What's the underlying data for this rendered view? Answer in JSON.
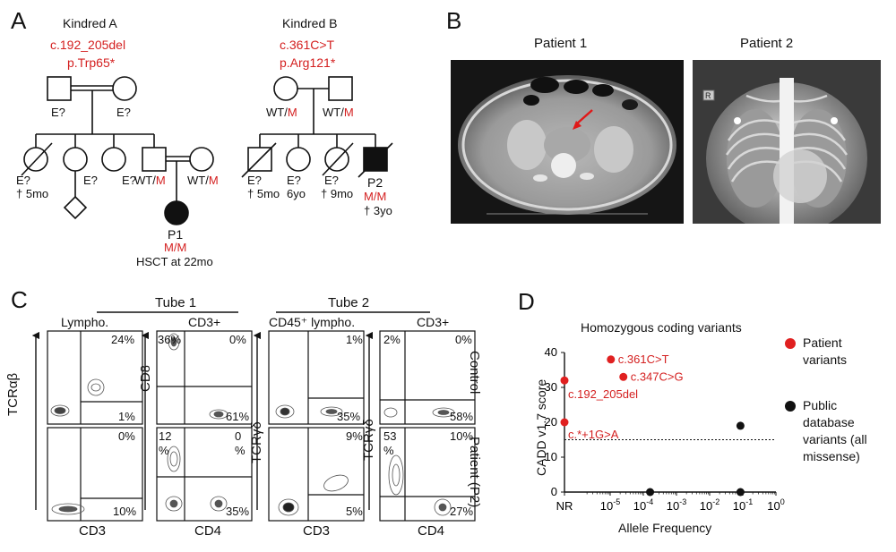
{
  "panels": {
    "a": "A",
    "b": "B",
    "c": "C",
    "d": "D"
  },
  "panelA": {
    "kindredA": {
      "title": "Kindred A",
      "variant1": "c.192_205del",
      "variant2": "p.Trp65*",
      "father_gt": "E?",
      "mother_gt": "E?",
      "sib1_gt": "E?",
      "sib1_note": "† 5mo",
      "sib2_gt": "E?",
      "sib3_gt": "E?",
      "sib4_gt_wt": "WT/",
      "sib4_gt_m": "M",
      "spouse_gt_wt": "WT/",
      "spouse_gt_m": "M",
      "p1_label": "P1",
      "p1_gt": "M/M",
      "p1_note": "HSCT at 22mo"
    },
    "kindredB": {
      "title": "Kindred B",
      "variant1": "c.361C>T",
      "variant2": "p.Arg121*",
      "mother_gt_wt": "WT/",
      "mother_gt_m": "M",
      "father_gt_wt": "WT/",
      "father_gt_m": "M",
      "c1_gt": "E?",
      "c1_note": "† 5mo",
      "c2_gt": "E?",
      "c2_note": "6yo",
      "c3_gt": "E?",
      "c3_note": "† 9mo",
      "p2_label": "P2",
      "p2_gt": "M/M",
      "p2_note": "† 3yo"
    }
  },
  "panelB": {
    "patient1": "Patient 1",
    "patient2": "Patient 2",
    "xray_marker": "R"
  },
  "panelC": {
    "tube1": "Tube 1",
    "tube2": "Tube 2",
    "hdr_lympho": "Lympho.",
    "hdr_cd3_1": "CD3+",
    "hdr_cd45": "CD45⁺ lympho.",
    "hdr_cd3_2": "CD3+",
    "y_tcrab": "TCRαβ",
    "y_cd8": "CD8",
    "y_tcrgd1": "TCRγδ",
    "y_tcrgd2": "TCRγδ",
    "x_cd3_1": "CD3",
    "x_cd4_1": "CD4",
    "x_cd3_2": "CD3",
    "x_cd4_2": "CD4",
    "row_control": "Control",
    "row_patient": "Patient (P2)",
    "p1c_tr": "24%",
    "p1c_br": "1%",
    "p2c_tl": "36%",
    "p2c_tr": "0%",
    "p2c_br": "61%",
    "p3c_tr": "1%",
    "p3c_br": "35%",
    "p4c_tl": "2%",
    "p4c_tr": "0%",
    "p4c_br": "58%",
    "p1p_tr": "0%",
    "p1p_br": "10%",
    "p2p_tl_a": "12",
    "p2p_tl_b": "%",
    "p2p_tr_a": "0",
    "p2p_tr_b": "%",
    "p2p_br": "35%",
    "p3p_tr": "9%",
    "p3p_br": "5%",
    "p4p_tl_a": "53",
    "p4p_tl_b": "%",
    "p4p_tr": "10%",
    "p4p_br": "27%"
  },
  "chart_data": {
    "type": "scatter",
    "title": "Homozygous coding variants",
    "xlabel": "Allele Frequency",
    "ylabel": "CADD v1.7 score",
    "ylim": [
      0,
      40
    ],
    "yticks": [
      "0",
      "10",
      "20",
      "30",
      "40"
    ],
    "xticks": [
      "NR",
      "10-5",
      "10-4",
      "10-3",
      "10-2",
      "10-1",
      "100"
    ],
    "threshold": 15,
    "series": [
      {
        "name": "Patient variants",
        "color": "#e02020",
        "points": [
          {
            "x": "NR",
            "y": 32,
            "label": "c.192_205del"
          },
          {
            "x": "NR",
            "y": 20,
            "label": "c.*+1G>A"
          },
          {
            "x": 2.5e-05,
            "y": 33,
            "label": "c.347C>G"
          },
          {
            "x": 1.05e-05,
            "y": 38,
            "label": "c.361C>T"
          }
        ]
      },
      {
        "name": "Public database variants (all missense)",
        "color": "#111111",
        "points": [
          {
            "x": 0.00016,
            "y": 0
          },
          {
            "x": 0.085,
            "y": 19
          },
          {
            "x": 0.085,
            "y": 0
          }
        ]
      }
    ],
    "legend": {
      "patient_l1": "Patient",
      "patient_l2": "variants",
      "public_l1": "Public",
      "public_l2": "database",
      "public_l3": "variants (all",
      "public_l4": "missense)"
    }
  }
}
